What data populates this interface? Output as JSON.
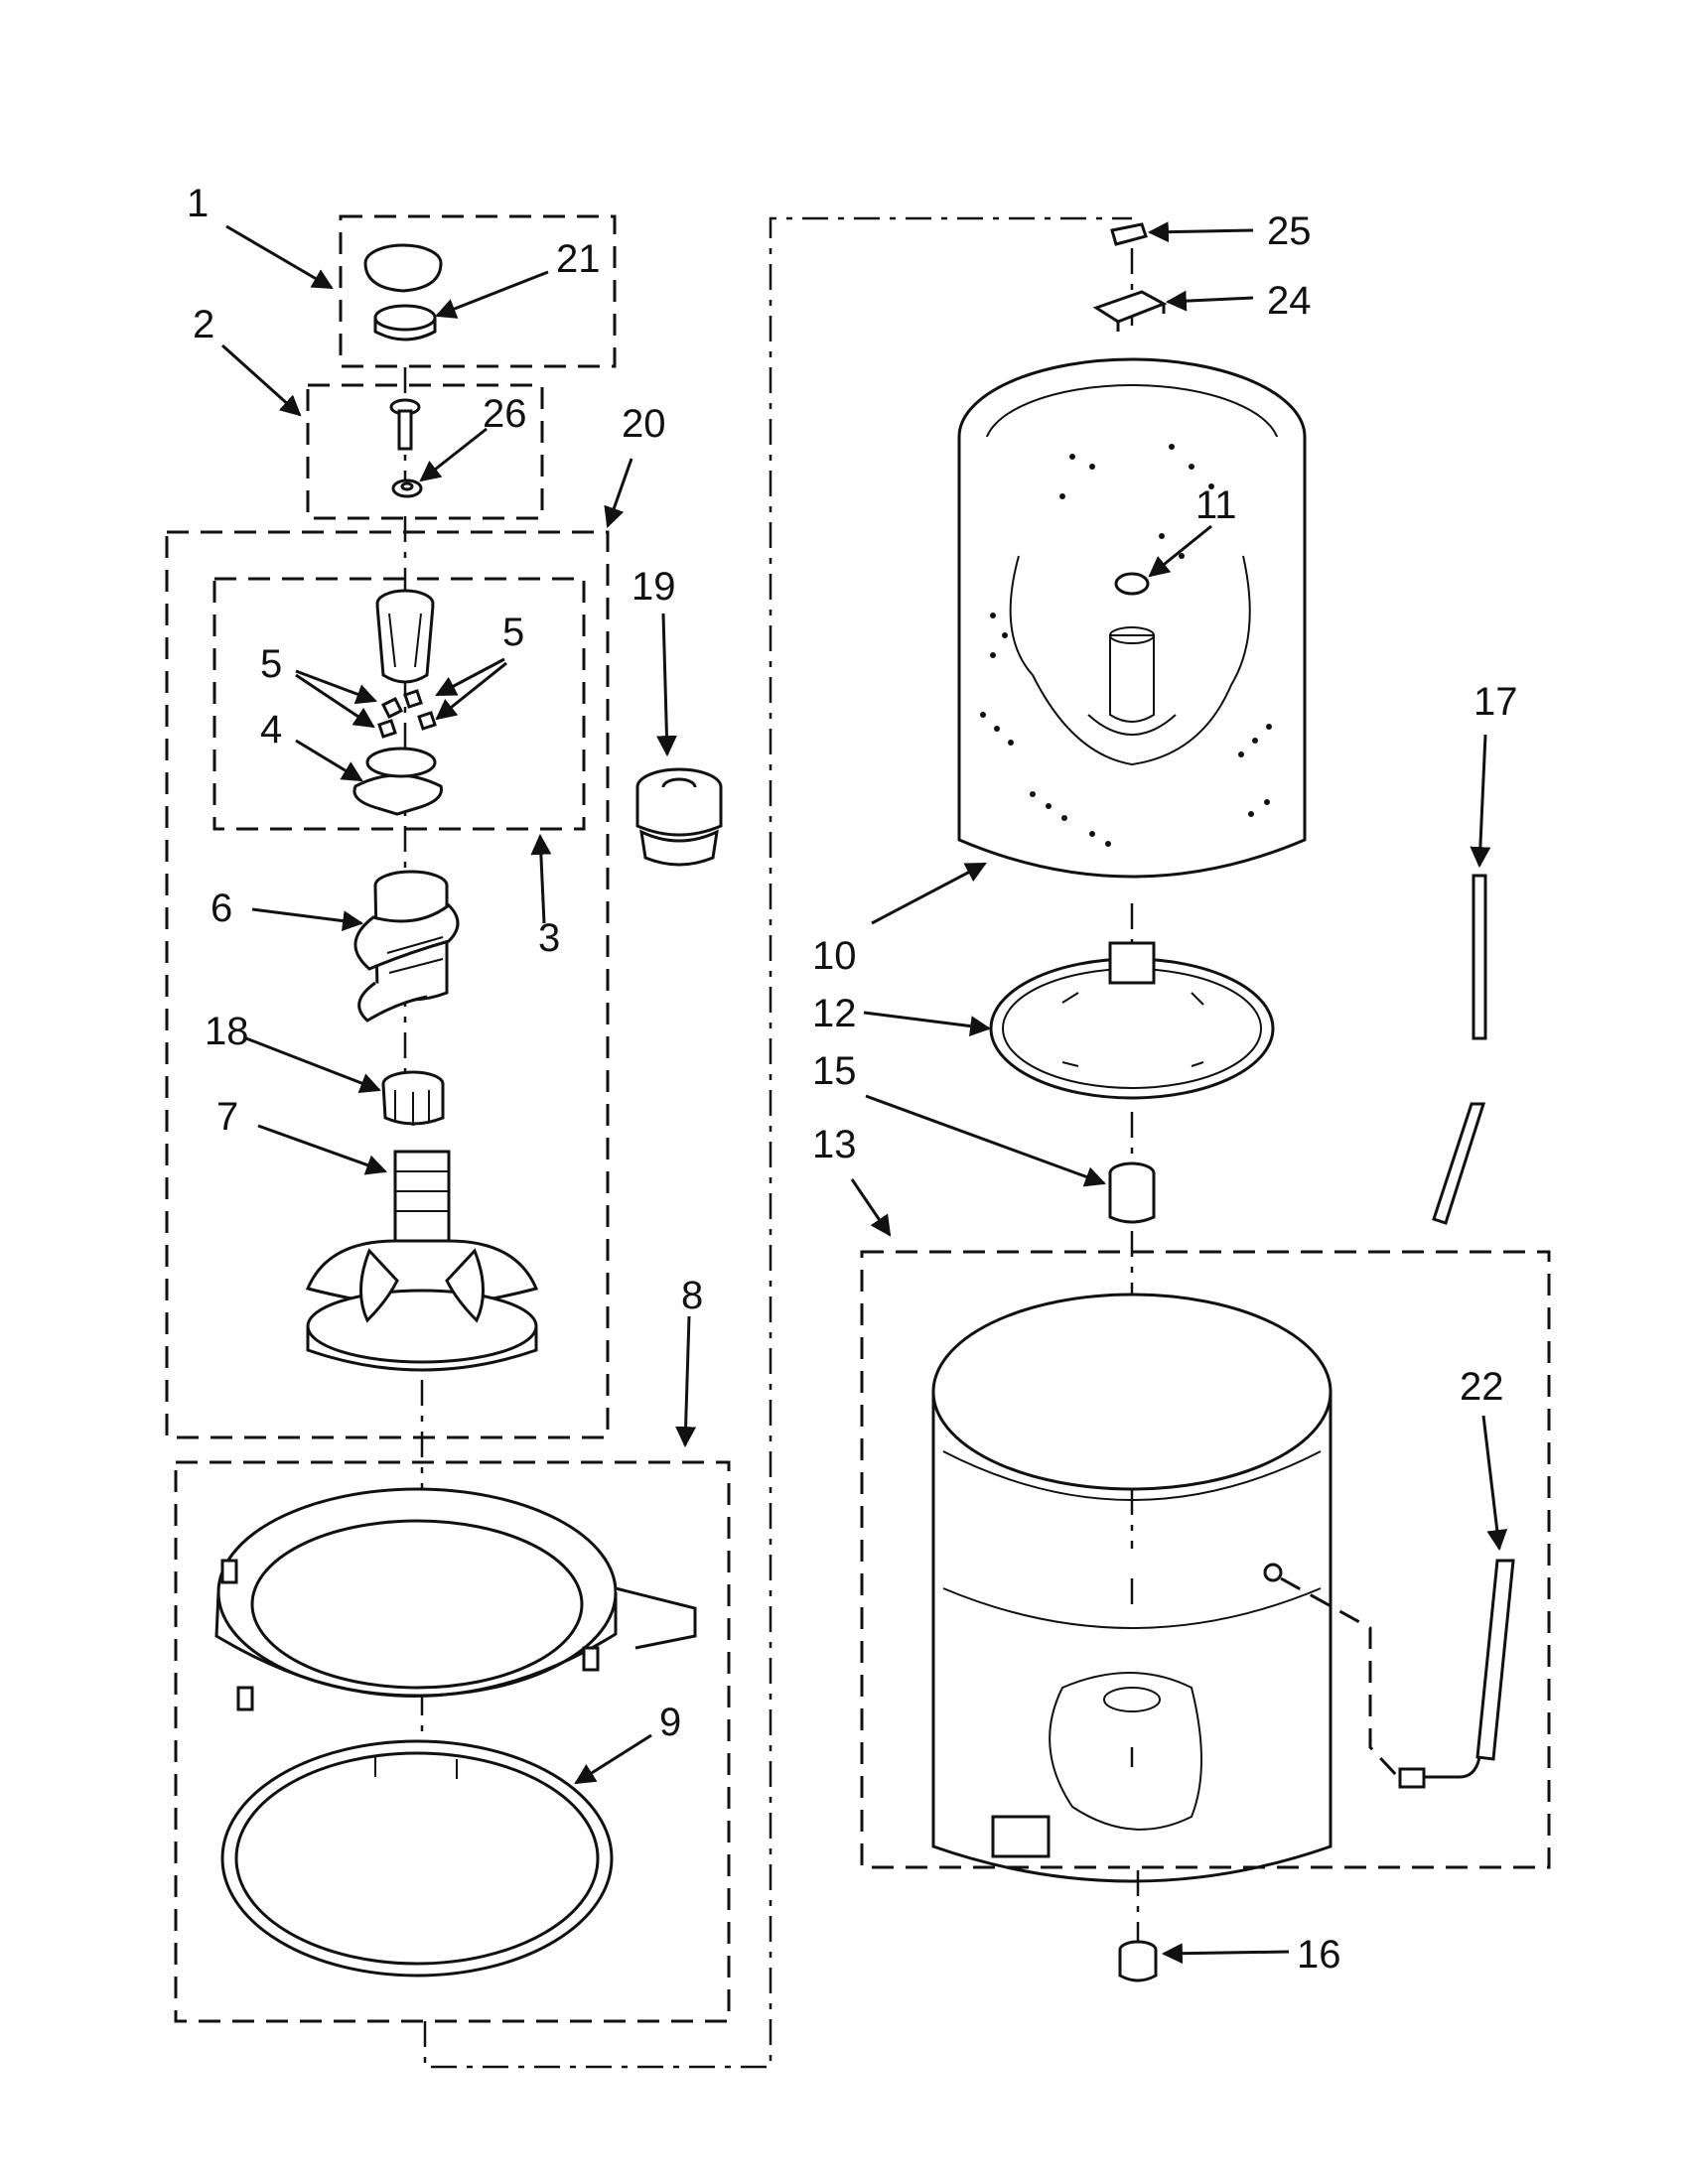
{
  "diagram": {
    "callouts": [
      "1",
      "2",
      "3",
      "4",
      "5",
      "6",
      "7",
      "8",
      "9",
      "10",
      "11",
      "12",
      "13",
      "15",
      "16",
      "17",
      "18",
      "19",
      "20",
      "21",
      "22",
      "24",
      "25",
      "26"
    ],
    "label_5_second": "5"
  }
}
